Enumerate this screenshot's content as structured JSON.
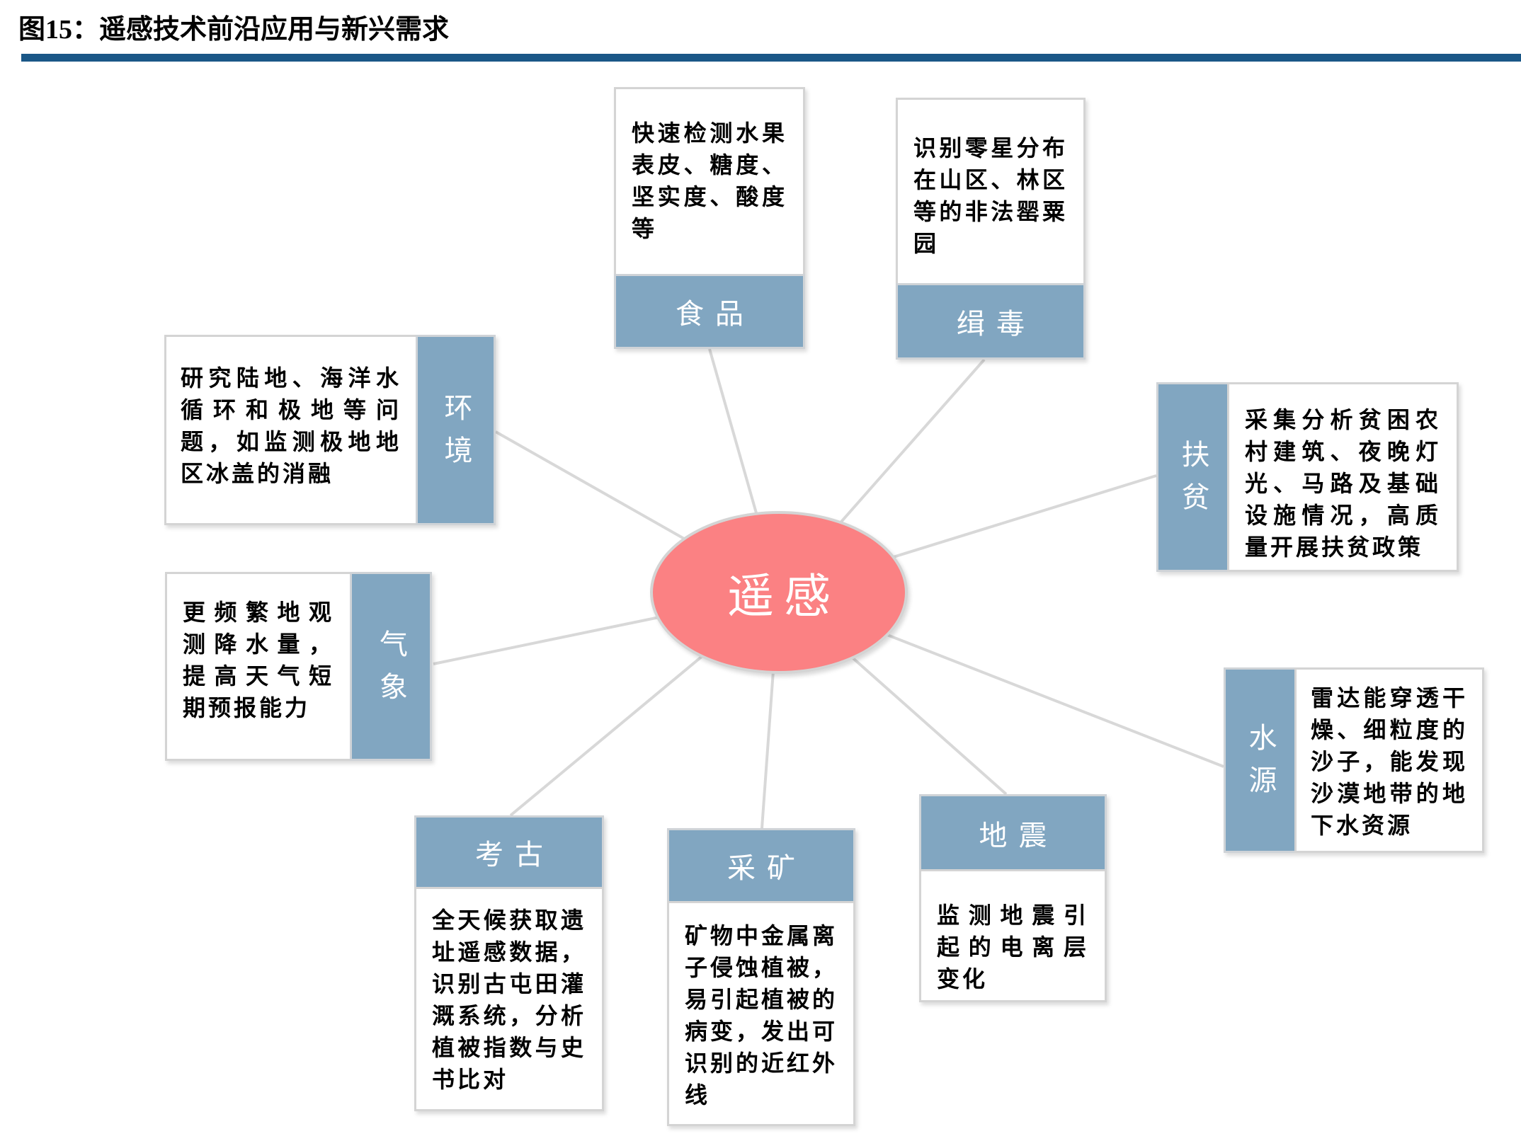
{
  "figure": {
    "label_prefix": "图15：",
    "title": "遥感技术前沿应用与新兴需求"
  },
  "center": {
    "label": "遥感"
  },
  "colors": {
    "header_blue": "#81A6C1",
    "center_pink": "#FB8183",
    "divider_blue": "#1A5787",
    "connector_gray": "#D8D8D8",
    "box_border_gray": "#D4D4D4",
    "text_black": "#000000"
  },
  "nodes": [
    {
      "id": "food",
      "label": "食品",
      "desc": "快速检测水果表皮、糖度、坚实度、酸度等"
    },
    {
      "id": "narcotics",
      "label": "缉毒",
      "desc": "识别零星分布在山区、林区等的非法罂粟园"
    },
    {
      "id": "environment",
      "label": "环境",
      "desc": "研究陆地、海洋水循环和极地等问题，如监测极地地区冰盖的消融"
    },
    {
      "id": "meteorology",
      "label": "气象",
      "desc": "更频繁地观测降水量，提高天气短期预报能力"
    },
    {
      "id": "poverty",
      "label": "扶贫",
      "desc": "采集分析贫困农村建筑、夜晚灯光、马路及基础设施情况，高质量开展扶贫政策"
    },
    {
      "id": "water",
      "label": "水源",
      "desc": "雷达能穿透干燥、细粒度的沙子，能发现沙漠地带的地下水资源"
    },
    {
      "id": "archaeology",
      "label": "考古",
      "desc": "全天候获取遗址遥感数据，识别古屯田灌溉系统，分析植被指数与史书比对"
    },
    {
      "id": "mining",
      "label": "采矿",
      "desc": "矿物中金属离子侵蚀植被，易引起植被的病变，发出可识别的近红外线"
    },
    {
      "id": "earthquake",
      "label": "地震",
      "desc": "监测地震引起的电离层变化"
    }
  ]
}
